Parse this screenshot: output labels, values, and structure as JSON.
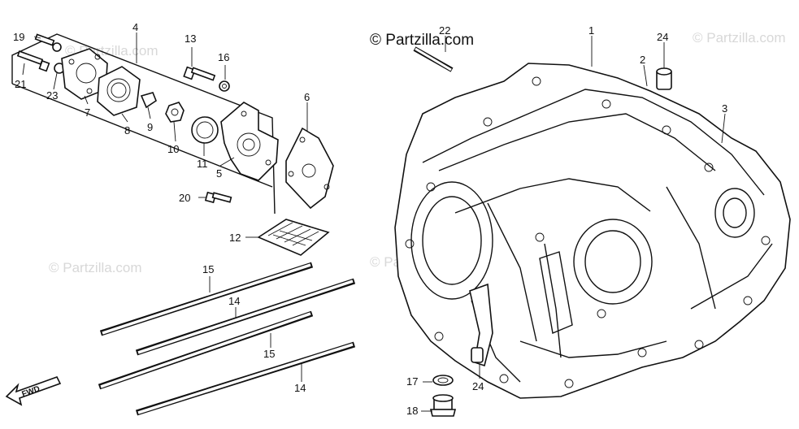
{
  "copyright": "© Partzilla.com",
  "watermark": "© Partzilla.com",
  "fwd_label": "FWD",
  "callouts": {
    "c1": "1",
    "c2": "2",
    "c3": "3",
    "c4": "4",
    "c5": "5",
    "c6": "6",
    "c7": "7",
    "c8": "8",
    "c9": "9",
    "c10": "10",
    "c11": "11",
    "c12": "12",
    "c13": "13",
    "c14a": "14",
    "c14b": "14",
    "c15a": "15",
    "c15b": "15",
    "c16": "16",
    "c17": "17",
    "c18": "18",
    "c19": "19",
    "c20": "20",
    "c21": "21",
    "c22": "22",
    "c23": "23",
    "c24a": "24",
    "c24b": "24"
  }
}
